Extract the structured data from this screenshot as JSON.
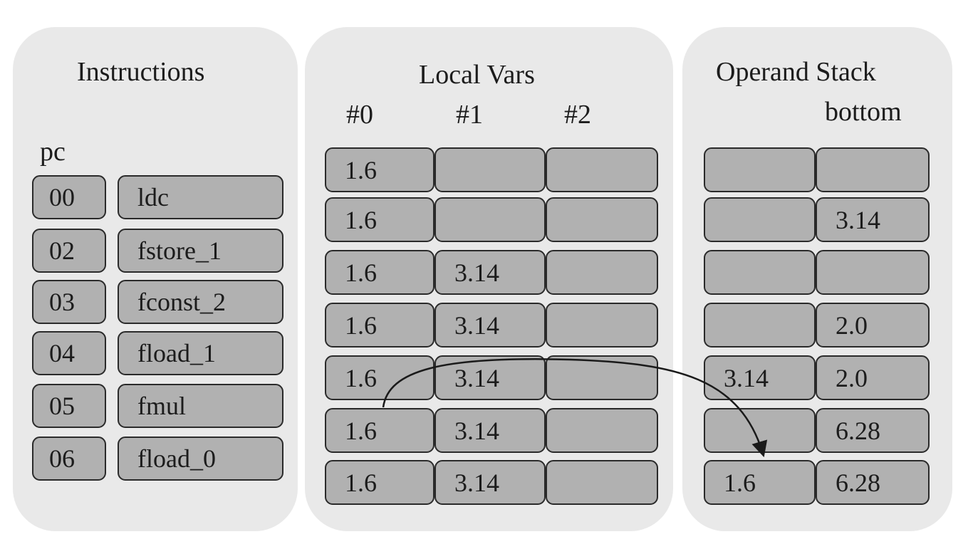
{
  "instructions": {
    "title": "Instructions",
    "pc_label": "pc",
    "rows": [
      {
        "pc": "00",
        "op": "ldc"
      },
      {
        "pc": "02",
        "op": "fstore_1"
      },
      {
        "pc": "03",
        "op": "fconst_2"
      },
      {
        "pc": "04",
        "op": "fload_1"
      },
      {
        "pc": "05",
        "op": "fmul"
      },
      {
        "pc": "06",
        "op": "fload_0"
      }
    ]
  },
  "local_vars": {
    "title": "Local Vars",
    "columns": [
      "#0",
      "#1",
      "#2"
    ],
    "rows": [
      [
        "1.6",
        "",
        ""
      ],
      [
        "1.6",
        "",
        ""
      ],
      [
        "1.6",
        "3.14",
        ""
      ],
      [
        "1.6",
        "3.14",
        ""
      ],
      [
        "1.6",
        "3.14",
        ""
      ],
      [
        "1.6",
        "3.14",
        ""
      ],
      [
        "1.6",
        "3.14",
        ""
      ]
    ]
  },
  "operand_stack": {
    "title": "Operand Stack",
    "bottom_label": "bottom",
    "rows": [
      [
        "",
        ""
      ],
      [
        "",
        "3.14"
      ],
      [
        "",
        ""
      ],
      [
        "",
        "2.0"
      ],
      [
        "3.14",
        "2.0"
      ],
      [
        "",
        "6.28"
      ],
      [
        "1.6",
        "6.28"
      ]
    ]
  },
  "arrow": {
    "from": "local_vars #0 (1.6)",
    "to": "operand_stack top (1.6)",
    "color": "#1a1a1a"
  }
}
